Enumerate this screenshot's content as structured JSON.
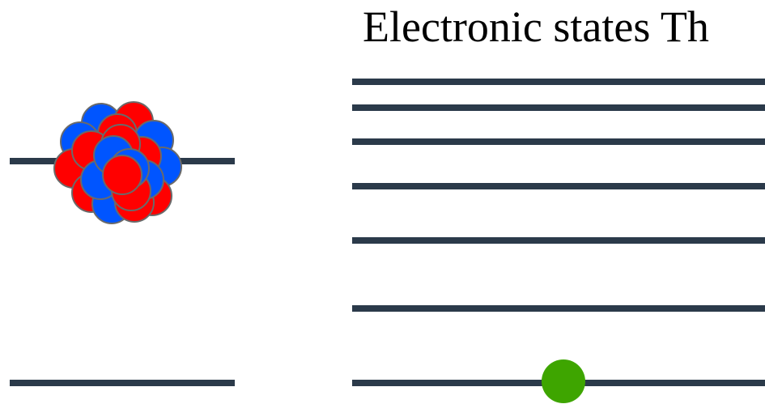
{
  "title": "Electronic states Th",
  "colors": {
    "level_line": "#2b3a4a",
    "proton": "#ff0000",
    "neutron": "#0055ff",
    "nucleon_outline": "#6a6a6a",
    "electron": "#3ea500",
    "background": "#ffffff"
  },
  "nuclear_levels": [
    {
      "name": "excited-nuclear-level"
    },
    {
      "name": "ground-nuclear-level"
    }
  ],
  "electronic_levels": [
    {
      "name": "electronic-level-1"
    },
    {
      "name": "electronic-level-2"
    },
    {
      "name": "electronic-level-3"
    },
    {
      "name": "electronic-level-4"
    },
    {
      "name": "electronic-level-5"
    },
    {
      "name": "electronic-level-6"
    },
    {
      "name": "electronic-level-7"
    }
  ],
  "nucleus": {
    "icon": "nucleus-icon",
    "protons": 12,
    "neutrons": 10
  },
  "electron": {
    "icon": "electron-dot-icon",
    "occupied_level": 7
  }
}
